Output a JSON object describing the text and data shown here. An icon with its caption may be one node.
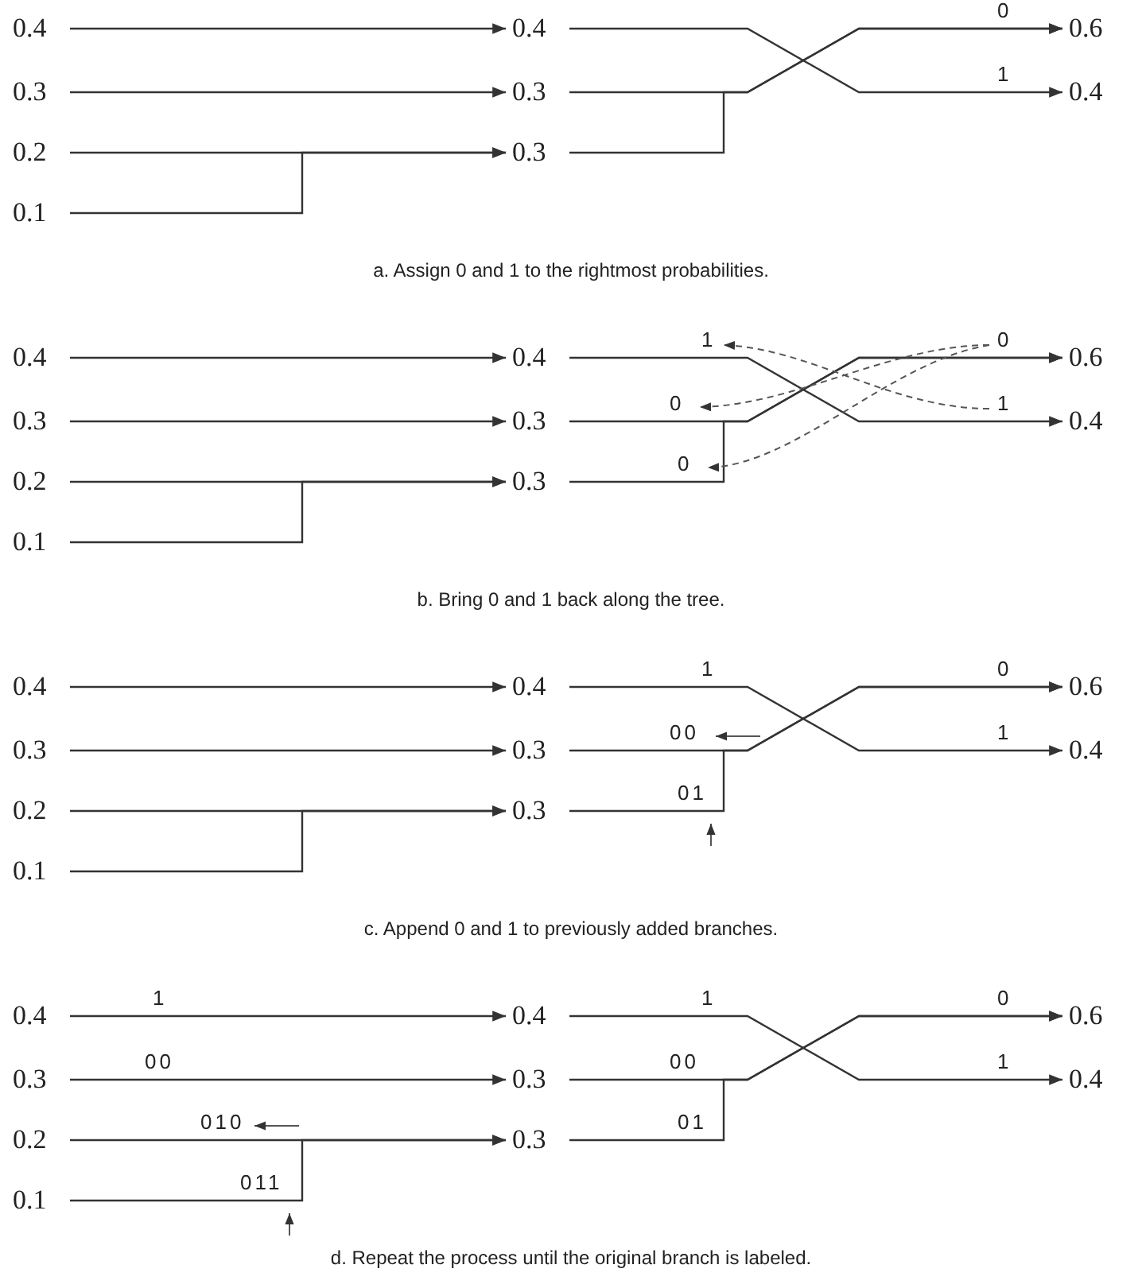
{
  "diagram": {
    "nodes": [
      {
        "text": [
          "0.4"
        ]
      },
      {
        "text": [
          "0.3"
        ]
      },
      {
        "text": [
          "0.2"
        ]
      },
      {
        "text": [
          "0.1"
        ]
      },
      {
        "text": [
          "0.4"
        ]
      },
      {
        "text": [
          "0.3"
        ]
      },
      {
        "text": [
          "0.3"
        ]
      },
      {
        "text": [
          "0.6"
        ],
        "beside": [
          "0"
        ]
      },
      {
        "text": [
          "0.4"
        ],
        "beside": [
          "1"
        ]
      },
      {
        "text": [
          "0.4"
        ]
      },
      {
        "text": [
          "0.3"
        ]
      },
      {
        "text": [
          "0.2"
        ]
      },
      {
        "text": [
          "0.1"
        ]
      },
      {
        "text": [
          "0.4"
        ]
      },
      {
        "text": [
          "0.3"
        ]
      },
      {
        "text": [
          "0.3"
        ]
      },
      {
        "text": [
          "0.6"
        ],
        "beside": [
          "0"
        ]
      },
      {
        "text": [
          "0.4"
        ],
        "beside": [
          "1"
        ]
      },
      {
        "text": [
          "0.4"
        ]
      },
      {
        "text": [
          "0.3"
        ]
      },
      {
        "text": [
          "0.2"
        ]
      },
      {
        "text": [
          "0.1"
        ]
      },
      {
        "text": [
          "0.4"
        ]
      },
      {
        "text": [
          "0.3"
        ]
      },
      {
        "text": [
          "0.3"
        ]
      },
      {
        "text": [
          "0.6"
        ],
        "beside": [
          "0"
        ]
      },
      {
        "text": [
          "0.4"
        ],
        "beside": [
          "1"
        ]
      },
      {
        "text": [
          "0.4"
        ]
      },
      {
        "text": [
          "0.3"
        ]
      },
      {
        "text": [
          "0.2"
        ]
      },
      {
        "text": [
          "0.1"
        ]
      },
      {
        "text": [
          "0.4"
        ]
      },
      {
        "text": [
          "0.3"
        ]
      },
      {
        "text": [
          "0.3"
        ]
      },
      {
        "text": [
          "0.6"
        ],
        "beside": [
          "0"
        ]
      },
      {
        "text": [
          "0.4"
        ],
        "beside": [
          "1"
        ]
      }
    ],
    "edges": [
      {
        "from": 0,
        "to": 4,
        "arrow": "to"
      },
      {
        "from": 1,
        "to": 5,
        "arrow": "to"
      },
      {
        "from": 2,
        "to": 6,
        "arrow": "to"
      },
      {
        "from": 3,
        "to": 6,
        "arrow": "to"
      },
      {
        "from": 4,
        "to": 8,
        "arrow": "to"
      },
      {
        "from": 5,
        "to": 7,
        "arrow": "to"
      },
      {
        "from": 6,
        "to": 7,
        "arrow": "to"
      },
      {
        "from": 9,
        "to": 13,
        "arrow": "to"
      },
      {
        "from": 10,
        "to": 14,
        "arrow": "to"
      },
      {
        "from": 11,
        "to": 15,
        "arrow": "to"
      },
      {
        "from": 12,
        "to": 15,
        "arrow": "to"
      },
      {
        "from": 13,
        "to": 17,
        "arrow": "to",
        "label": "1"
      },
      {
        "from": 14,
        "to": 16,
        "arrow": "to",
        "label": "0"
      },
      {
        "from": 15,
        "to": 16,
        "arrow": "to",
        "label": "0"
      },
      {
        "from": 18,
        "to": 22,
        "arrow": "to"
      },
      {
        "from": 19,
        "to": 23,
        "arrow": "to"
      },
      {
        "from": 20,
        "to": 24,
        "arrow": "to"
      },
      {
        "from": 21,
        "to": 24,
        "arrow": "to"
      },
      {
        "from": 22,
        "to": 26,
        "arrow": "to",
        "label": "1"
      },
      {
        "from": 23,
        "to": 25,
        "arrow": "to",
        "label": "00"
      },
      {
        "from": 24,
        "to": 25,
        "arrow": "to",
        "label": "01"
      },
      {
        "from": 27,
        "to": 31,
        "arrow": "to",
        "label": "1"
      },
      {
        "from": 28,
        "to": 32,
        "arrow": "to",
        "label": "00"
      },
      {
        "from": 29,
        "to": 33,
        "arrow": "to",
        "label": "010"
      },
      {
        "from": 30,
        "to": 33,
        "arrow": "to",
        "label": "011"
      },
      {
        "from": 31,
        "to": 35,
        "arrow": "to",
        "label": "1"
      },
      {
        "from": 32,
        "to": 34,
        "arrow": "to",
        "label": "00"
      },
      {
        "from": 33,
        "to": 34,
        "arrow": "to",
        "label": "01"
      }
    ],
    "labels": [
      "a. Assign 0 and 1 to the rightmost probabilities.",
      "b. Bring 0 and 1 back along the tree.",
      "c. Append 0 and 1 to previously added branches.",
      "d. Repeat the process until the original branch is labeled."
    ]
  }
}
